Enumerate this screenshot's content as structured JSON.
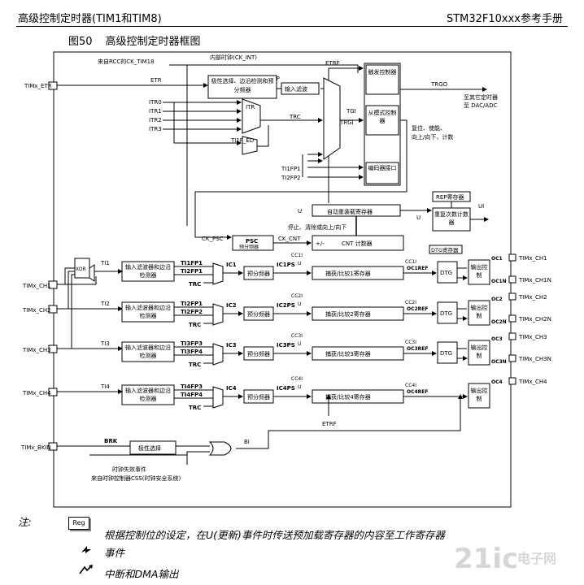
{
  "header": {
    "left": "高级控制定时器(TIM1和TIM8)",
    "right": "STM32F10xxx参考手册"
  },
  "figure": {
    "number": "图50",
    "title": "高级控制定时器框图"
  },
  "diagram": {
    "top_labels": {
      "rcc": "来自RCC的CK_TIM18",
      "ck_int": "内部时钟(CK_INT)"
    },
    "inputs": {
      "etr": "TIMx_ETR",
      "ch1": "TIMx_CH1",
      "ch2": "TIMx_CH2",
      "ch3": "TIMx_CH3",
      "ch4": "TIMx_CH4",
      "bkin": "TIMx_BKIN"
    },
    "outputs": {
      "ch1": "TIMx_CH1",
      "ch1n": "TIMx_CH1N",
      "ch2": "TIMx_CH2",
      "ch2n": "TIMx_CH2N",
      "ch3": "TIMx_CH3",
      "ch3n": "TIMx_CH3N",
      "ch4": "TIMx_CH4"
    },
    "signals": {
      "etr": "ETR",
      "etrp": "ETRP",
      "etrf": "ETRF",
      "itr0": "ITR0",
      "itr1": "ITR1",
      "itr2": "ITR2",
      "itr3": "ITR3",
      "itr": "ITR",
      "trc": "TRC",
      "ti1f_ed": "TI1F_ED",
      "tgi": "TGI",
      "trgi": "TRGI",
      "ti1fp1_in": "TI1FP1",
      "ti2fp2_in": "TI2FP2",
      "trgo": "TRGO",
      "ck_psc": "CK_PSC",
      "ck_cnt": "CK_CNT",
      "u": "U",
      "ui": "UI",
      "ti1": "TI1",
      "ti2": "TI2",
      "ti3": "TI3",
      "ti4": "TI4",
      "ti1fp1": "TI1FP1",
      "ti1fp2": "TI1FP2",
      "ti2fp1": "TI2FP1",
      "ti2fp2": "TI2FP2",
      "ti3fp3": "TI3FP3",
      "ti3fp4": "TI3FP4",
      "ti4fp3": "TI4FP3",
      "ti4fp4": "TI4FP4",
      "ic1": "IC1",
      "ic2": "IC2",
      "ic3": "IC3",
      "ic4": "IC4",
      "ic1ps": "IC1PS",
      "ic2ps": "IC2PS",
      "ic3ps": "IC3PS",
      "ic4ps": "IC4PS",
      "cc1i": "CC1I",
      "cc2i": "CC2I",
      "cc3i": "CC3I",
      "cc4i": "CC4I",
      "oc1ref": "OC1REF",
      "oc2ref": "OC2REF",
      "oc3ref": "OC3REF",
      "oc4ref": "OC4REF",
      "oc1": "OC1",
      "oc1n": "OC1N",
      "oc2": "OC2",
      "oc2n": "OC2N",
      "oc3": "OC3",
      "oc3n": "OC3N",
      "oc4": "OC4",
      "brk": "BRK",
      "bi": "BI",
      "etrf_bottom": "ETRF",
      "xor": "XOR",
      "trc1": "TRC",
      "trc2": "TRC",
      "trc3": "TRC",
      "trc4": "TRC"
    },
    "blocks": {
      "polarity": "极性选择、边沿检测和预分频器",
      "input_filter": "输入滤波",
      "trigger_ctrl": "触发控制器",
      "slave_mode": "从模式控制器",
      "encoder": "编码器接口",
      "auto_reload": "自动重装载寄存器",
      "rep_reg": "REP寄存器",
      "rep_counter": "重复次数计数器",
      "psc": "PSC",
      "psc_sub": "预分频器",
      "cnt": "CNT 计数器",
      "cnt_pm": "+/-",
      "dtg_reg": "DTG寄存器",
      "filter_edge": "输入滤波器和边沿检测器",
      "prescaler": "预分频器",
      "cap1": "捕获/比较1寄存器",
      "cap2": "捕获/比较2寄存器",
      "cap3": "捕获/比较3寄存器",
      "cap4": "捕获/比较4寄存器",
      "dtg": "DTG",
      "out_ctrl": "输出控制",
      "polarity_sel": "极性选择"
    },
    "texts": {
      "to_other": "至其它定时器",
      "to_dac": "至 DAC/ADC",
      "reset_enable": "复位、使能、",
      "up_down": "向上/向下、计数",
      "stop_clear": "停止、清除或向上/向下",
      "clock_fail": "时钟失效事件",
      "css": "来自时钟控制器CSS(时钟安全系统)"
    }
  },
  "notes": {
    "label": "注:",
    "reg": "Reg",
    "reg_text": "根据控制位的设定，在U(更新)事件时传送预加载寄存器的内容至工作寄存器",
    "event": "事件",
    "interrupt": "中断和DMA输出"
  },
  "watermark": {
    "brand": "21ic",
    "cn": "电子网"
  }
}
